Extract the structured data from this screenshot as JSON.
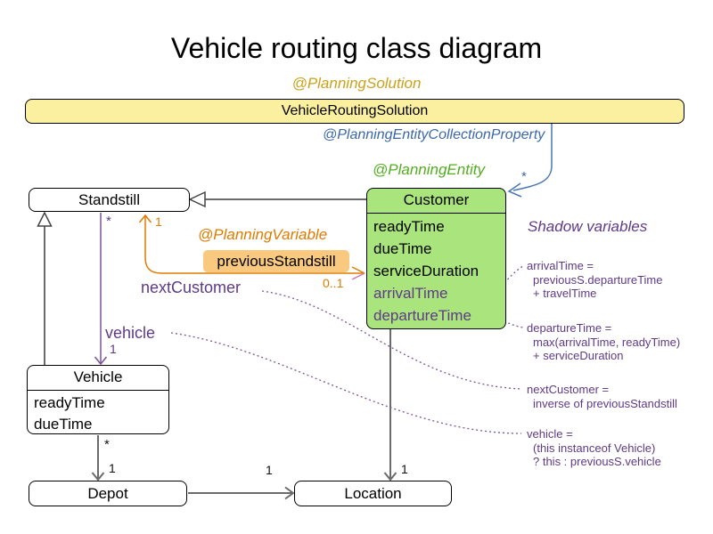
{
  "title": "Vehicle routing class diagram",
  "annotations": {
    "planning_solution": "@PlanningSolution",
    "planning_entity_collection_property": "@PlanningEntityCollectionProperty",
    "planning_entity": "@PlanningEntity",
    "planning_variable": "@PlanningVariable",
    "shadow_variables_heading": "Shadow variables"
  },
  "classes": {
    "solution": {
      "name": "VehicleRoutingSolution"
    },
    "standstill": {
      "name": "Standstill"
    },
    "customer": {
      "name": "Customer",
      "attributes": [
        "readyTime",
        "dueTime",
        "serviceDuration"
      ],
      "shadow_attributes": [
        "arrivalTime",
        "departureTime"
      ]
    },
    "vehicle": {
      "name": "Vehicle",
      "attributes": [
        "readyTime",
        "dueTime"
      ]
    },
    "depot": {
      "name": "Depot"
    },
    "location": {
      "name": "Location"
    }
  },
  "planning_variable_label": "previousStandstill",
  "shadow_labels": {
    "next_customer": "nextCustomer",
    "vehicle": "vehicle"
  },
  "multiplicities": {
    "solution_to_customer": "*",
    "standstill_star": "*",
    "previous_one": "1",
    "previous_zero_to_one": "0..1",
    "vehicle_one": "1",
    "vehicle_to_depot_star": "*",
    "vehicle_to_depot_one": "1",
    "depot_to_location_one": "1",
    "customer_to_location_one": "1"
  },
  "shadow_notes": [
    {
      "lines": [
        "arrivalTime =",
        "previousS.departureTime",
        "+ travelTime"
      ]
    },
    {
      "lines": [
        "departureTime =",
        "max(arrivalTime, readyTime)",
        "+ serviceDuration"
      ]
    },
    {
      "lines": [
        "nextCustomer =",
        "inverse of previousStandstill"
      ]
    },
    {
      "lines": [
        "vehicle =",
        "(this instanceof Vehicle)",
        "? this : previousS.vehicle"
      ]
    }
  ],
  "colors": {
    "solution_fill": "#FAF0A0",
    "entity_fill": "#A9E47D",
    "highlight_fill": "#F9C980",
    "gold": "#C9A21B",
    "blue": "#3A68A8",
    "green": "#52AE1F",
    "orange": "#E07B00",
    "purple": "#5E3A87",
    "purple_line": "#7B549B",
    "pink": "#D077B0",
    "gray_line": "#6B6B6B"
  }
}
